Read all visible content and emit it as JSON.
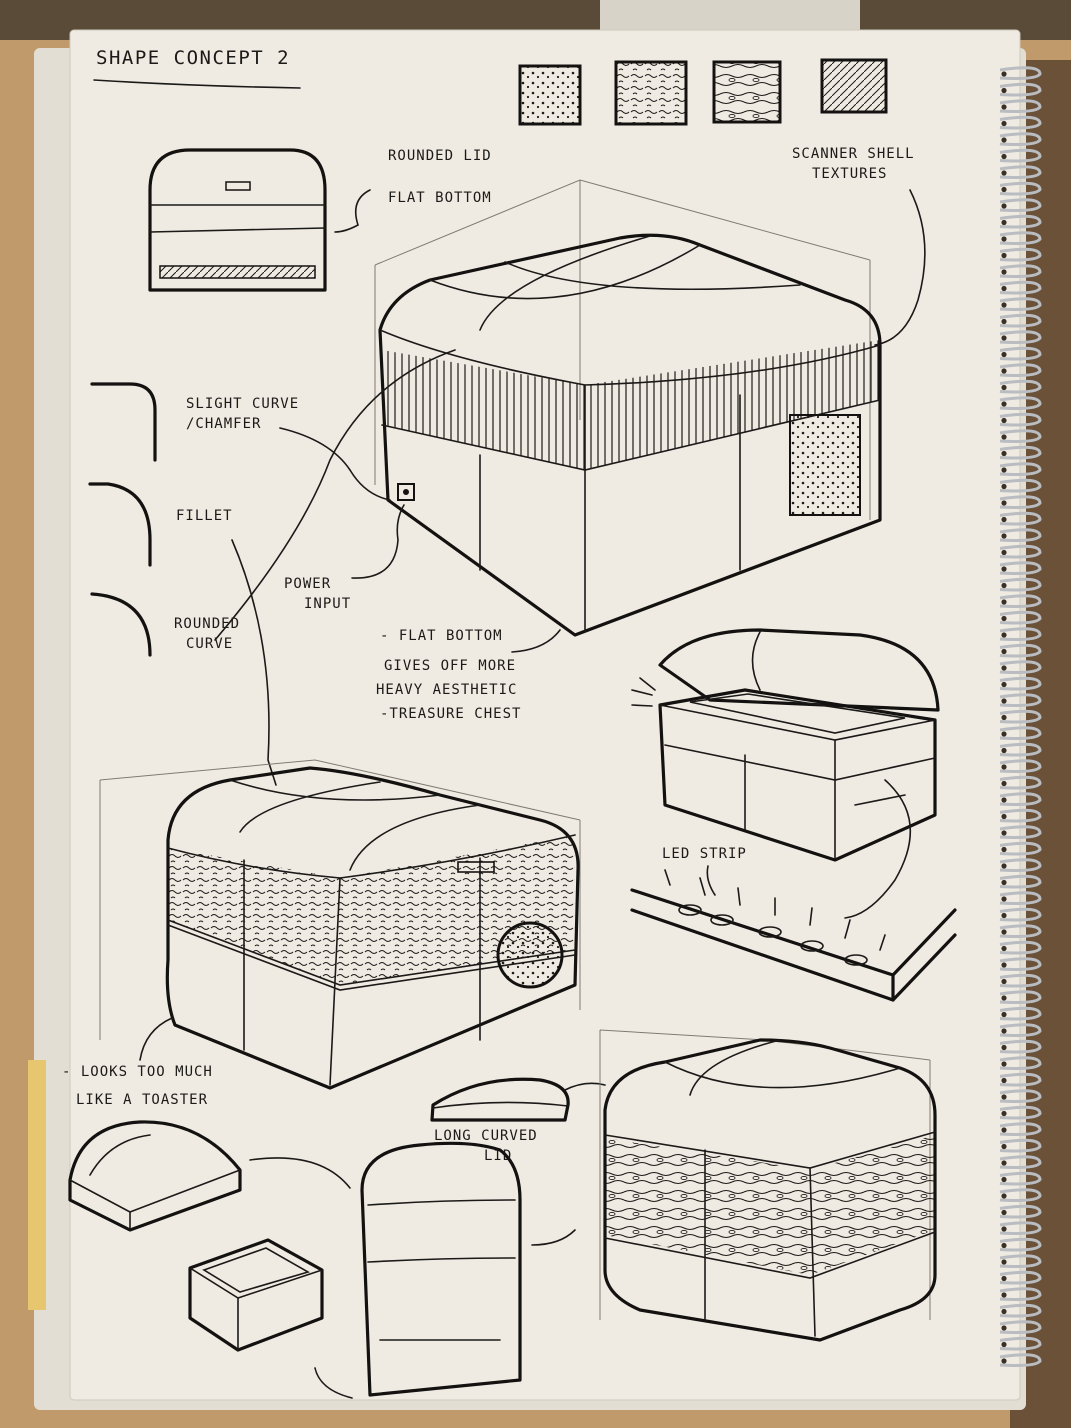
{
  "page": {
    "title": "SHAPE CONCEPT 2",
    "colors": {
      "desk": "#5a4a38",
      "desk_light": "#c19a6b",
      "paper": "#efebe3",
      "ink": "#141210",
      "pencil": "#807a72",
      "spiral": "#b9bcc0"
    }
  },
  "annotations": {
    "rounded_lid": "ROUNDED LID",
    "flat_bottom": "FLAT BOTTOM",
    "scanner_shell_1": "SCANNER SHELL",
    "scanner_shell_2": "TEXTURES",
    "slight_curve_1": "SLIGHT CURVE",
    "slight_curve_2": "/CHAMFER",
    "fillet": "FILLET",
    "rounded_curve_1": "ROUNDED",
    "rounded_curve_2": "CURVE",
    "power_input_1": "POWER",
    "power_input_2": "INPUT",
    "note_1": "- FLAT BOTTOM",
    "note_2": "GIVES OFF MORE",
    "note_3": "HEAVY AESTHETIC",
    "note_4": "-TREASURE CHEST",
    "led_strip": "LED STRIP",
    "toaster_1": "- LOOKS TOO MUCH",
    "toaster_2": "LIKE A TOASTER",
    "long_curved_1": "LONG CURVED",
    "long_curved_2": "LID"
  },
  "icons": {
    "texture_swatches": [
      "speckle-texture-icon",
      "squiggle-texture-icon",
      "wood-grain-texture-icon",
      "scratch-texture-icon"
    ],
    "spiral_binding": "spiral-binding-icon"
  }
}
